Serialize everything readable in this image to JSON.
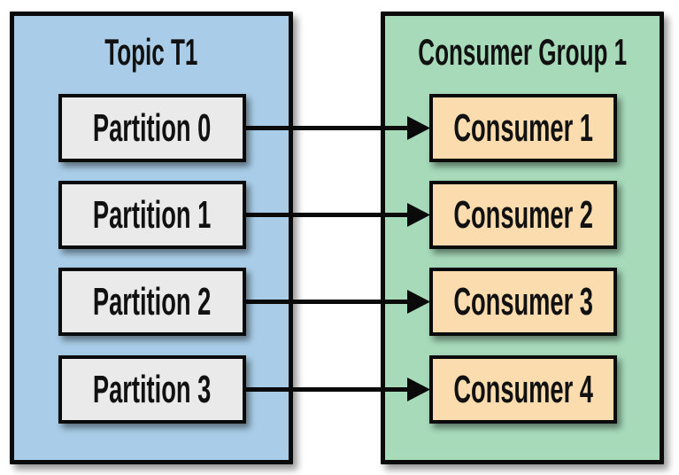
{
  "diagram": {
    "topic": {
      "title": "Topic T1",
      "partitions": [
        {
          "label": "Partition 0"
        },
        {
          "label": "Partition 1"
        },
        {
          "label": "Partition 2"
        },
        {
          "label": "Partition 3"
        }
      ]
    },
    "consumer_group": {
      "title": "Consumer Group 1",
      "consumers": [
        {
          "label": "Consumer 1"
        },
        {
          "label": "Consumer 2"
        },
        {
          "label": "Consumer 3"
        },
        {
          "label": "Consumer 4"
        }
      ]
    },
    "connections": [
      {
        "from": "Partition 0",
        "to": "Consumer 1"
      },
      {
        "from": "Partition 1",
        "to": "Consumer 2"
      },
      {
        "from": "Partition 2",
        "to": "Consumer 3"
      },
      {
        "from": "Partition 3",
        "to": "Consumer 4"
      }
    ],
    "colors": {
      "topic_background": "#a9cde8",
      "consumer_group_background": "#a6dab9",
      "partition_background": "#eaeaea",
      "consumer_background": "#fadcae",
      "border": "#0a0a0a",
      "arrow": "#0a0a0a",
      "text": "#111111",
      "page_background": "#ffffff"
    }
  }
}
